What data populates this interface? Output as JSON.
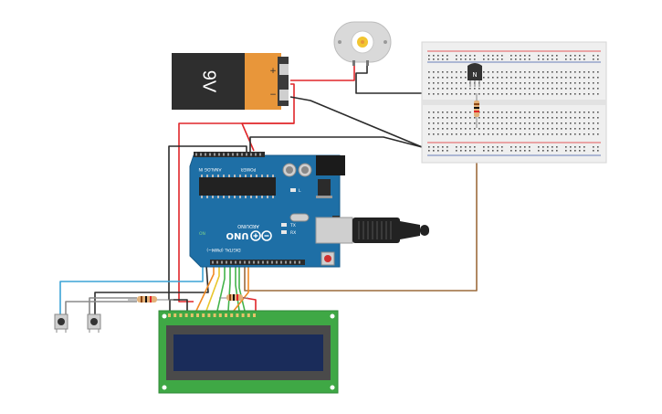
{
  "battery": {
    "label": "9V",
    "plus": "+",
    "minus": "−"
  },
  "breadboard": {
    "transistor_label": "N"
  },
  "arduino": {
    "brand": "ARDUINO",
    "model": "UNO",
    "analog_label": "ANALOG IN",
    "power_label": "POWER",
    "digital_label": "DIGITAL (PWM~)",
    "tx_label": "TX",
    "rx_label": "RX",
    "l_label": "L",
    "on_label": "ON"
  },
  "colors": {
    "arduino": "#1e6fa6",
    "breadboard": "#efefef",
    "lcd_pcb": "#3fa845",
    "lcd_screen": "#1a2c5a",
    "wire_red": "#e0262a",
    "wire_black": "#2b2b2b",
    "wire_brown": "#9c6b3c",
    "wire_blue": "#3ba3d6",
    "wire_green": "#43b34a",
    "wire_orange": "#f08a24",
    "wire_yellow": "#e8c62c"
  }
}
